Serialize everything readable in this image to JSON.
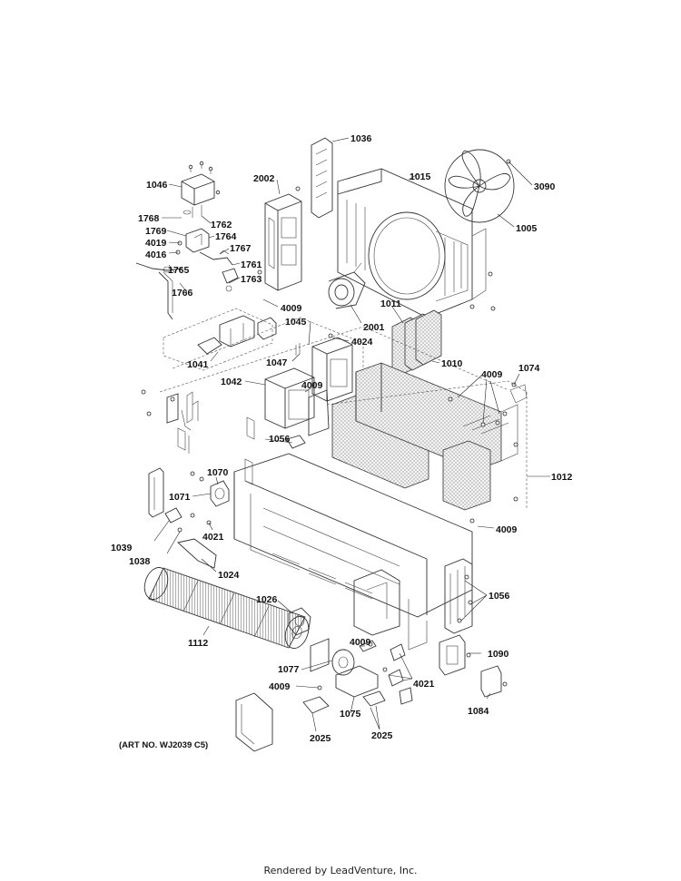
{
  "callouts": {
    "c1036": "1036",
    "c1015": "1015",
    "c3090": "3090",
    "c1005": "1005",
    "c1046": "1046",
    "c2002": "2002",
    "c1768": "1768",
    "c1762": "1762",
    "c1769": "1769",
    "c1764": "1764",
    "c4019": "4019",
    "c1767": "1767",
    "c4016": "4016",
    "c1761": "1761",
    "c1765": "1765",
    "c1763": "1763",
    "c1766": "1766",
    "c4009a": "4009",
    "c2001": "2001",
    "c1011": "1011",
    "c1045": "1045",
    "c4024": "4024",
    "c1047": "1047",
    "c1041": "1041",
    "c1010": "1010",
    "c4009b": "4009",
    "c1074": "1074",
    "c1042": "1042",
    "c4009c": "4009",
    "c1056a": "1056",
    "c1070": "1070",
    "c1012": "1012",
    "c1071": "1071",
    "c4021a": "4021",
    "c4009d": "4009",
    "c1039": "1039",
    "c1038": "1038",
    "c1024": "1024",
    "c1056b": "1056",
    "c1026": "1026",
    "c1112": "1112",
    "c4009e": "4009",
    "c1090": "1090",
    "c1077": "1077",
    "c4021b": "4021",
    "c4009f": "4009",
    "c1084": "1084",
    "c1075": "1075",
    "c2025a": "2025",
    "c2025b": "2025"
  },
  "art_number": "(ART NO. WJ2039 C5)",
  "footer": "Rendered by LeadVenture, Inc."
}
